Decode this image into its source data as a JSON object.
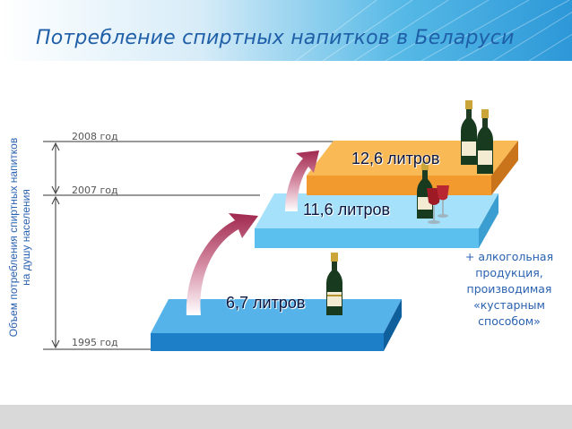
{
  "title": "Потребление спиртных напитков в Беларуси",
  "axis_label": {
    "line1": "Объем потребления спиртных напитков",
    "line2": "на душу населения"
  },
  "years": {
    "y1995": "1995 год",
    "y2007": "2007 год",
    "y2008": "2008 год"
  },
  "steps": [
    {
      "label": "6,7 литров",
      "color": "#2d8fd4"
    },
    {
      "label": "11,6 литров",
      "color": "#66c6f2"
    },
    {
      "label": "12,6 литров",
      "color": "#f5a23c"
    }
  ],
  "note": "+ алкогольная продукция, производимая «кустарным способом»",
  "colors": {
    "title": "#1f5fa8",
    "accent_text": "#2a62b0",
    "arrow": "#a0284f"
  }
}
